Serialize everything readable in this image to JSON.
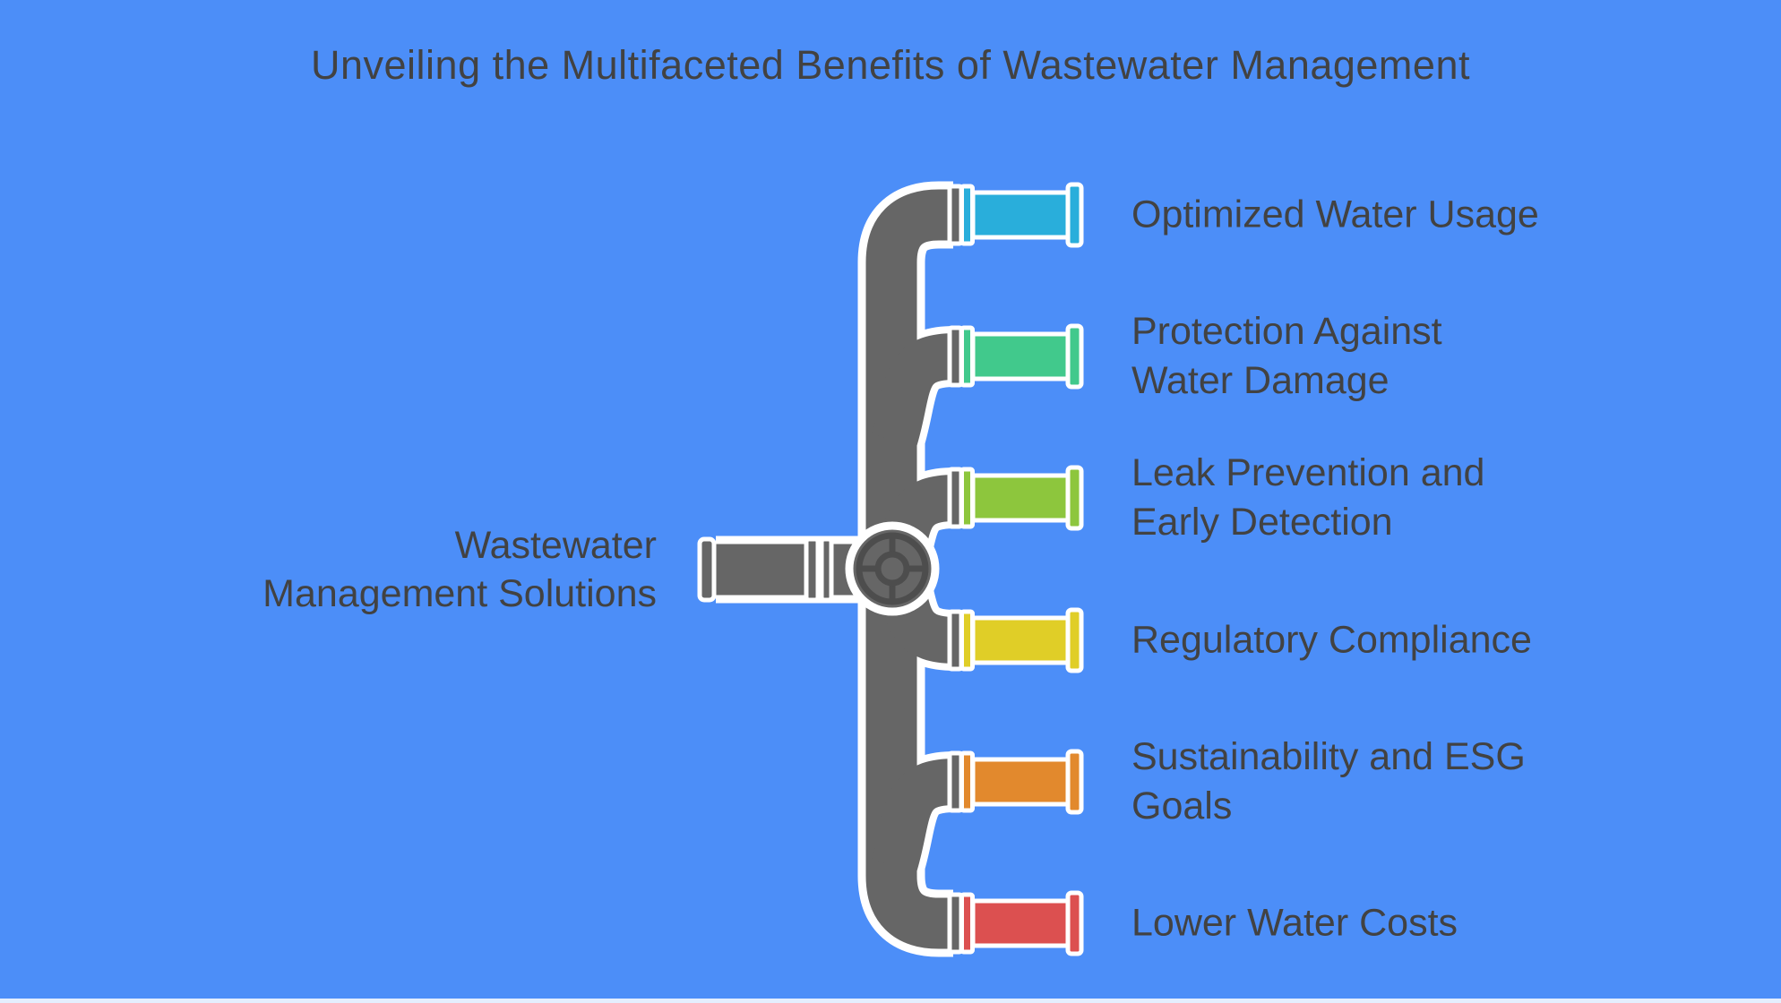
{
  "title": "Unveiling the Multifaceted Benefits of Wastewater Management",
  "hub": {
    "lines": [
      "Wastewater",
      "Management Solutions"
    ]
  },
  "branches": [
    {
      "id": "optimized-water-usage",
      "color": "#29AEDB",
      "lines": [
        "Optimized Water Usage"
      ]
    },
    {
      "id": "protection-against-water-damage",
      "color": "#41C98C",
      "lines": [
        "Protection Against",
        "Water Damage"
      ]
    },
    {
      "id": "leak-prevention-early-detection",
      "color": "#8DC63D",
      "lines": [
        "Leak Prevention and",
        "Early Detection"
      ]
    },
    {
      "id": "regulatory-compliance",
      "color": "#E0CE27",
      "lines": [
        "Regulatory Compliance"
      ]
    },
    {
      "id": "sustainability-esg-goals",
      "color": "#E2892D",
      "lines": [
        "Sustainability and ESG",
        "Goals"
      ]
    },
    {
      "id": "lower-water-costs",
      "color": "#DC5050",
      "lines": [
        "Lower Water Costs"
      ]
    }
  ],
  "colors": {
    "background": "#4C8EF8",
    "pipe": "#666666",
    "valve_detail": "#4D4D4D",
    "casing": "#FFFFFF",
    "text": "#424242"
  }
}
